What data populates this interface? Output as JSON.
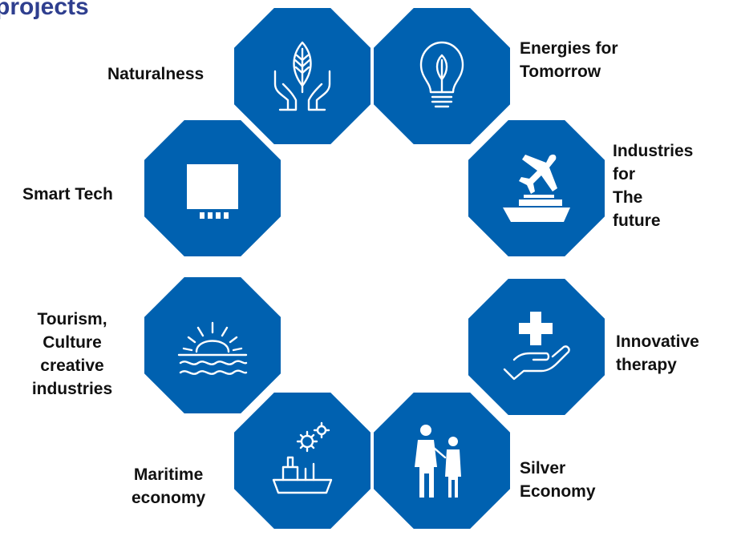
{
  "header": {
    "title": "projects"
  },
  "sectors": [
    {
      "id": "naturalness",
      "icon": "leaf-hands-icon",
      "label_lines": [
        "Naturalness"
      ]
    },
    {
      "id": "energies",
      "icon": "lightbulb-leaf-icon",
      "label_lines": [
        "Energies for",
        "Tomorrow"
      ]
    },
    {
      "id": "industries",
      "icon": "plane-ship-icon",
      "label_lines": [
        "Industries",
        "for",
        "The",
        "future"
      ]
    },
    {
      "id": "therapy",
      "icon": "hand-cross-icon",
      "label_lines": [
        "Innovative",
        "therapy"
      ]
    },
    {
      "id": "silver",
      "icon": "elderly-people-icon",
      "label_lines": [
        "Silver",
        "Economy"
      ]
    },
    {
      "id": "maritime",
      "icon": "ship-gears-icon",
      "label_lines": [
        "Maritime",
        "economy"
      ]
    },
    {
      "id": "tourism",
      "icon": "sun-waves-icon",
      "label_lines": [
        "Tourism,",
        "Culture",
        "creative",
        "industries"
      ]
    },
    {
      "id": "smarttech",
      "icon": "circuit-board-icon",
      "label_lines": [
        "Smart Tech"
      ]
    }
  ],
  "colors": {
    "tile": "#0061b0",
    "title": "#2f3f8f",
    "label": "#111111",
    "icon": "#ffffff"
  }
}
